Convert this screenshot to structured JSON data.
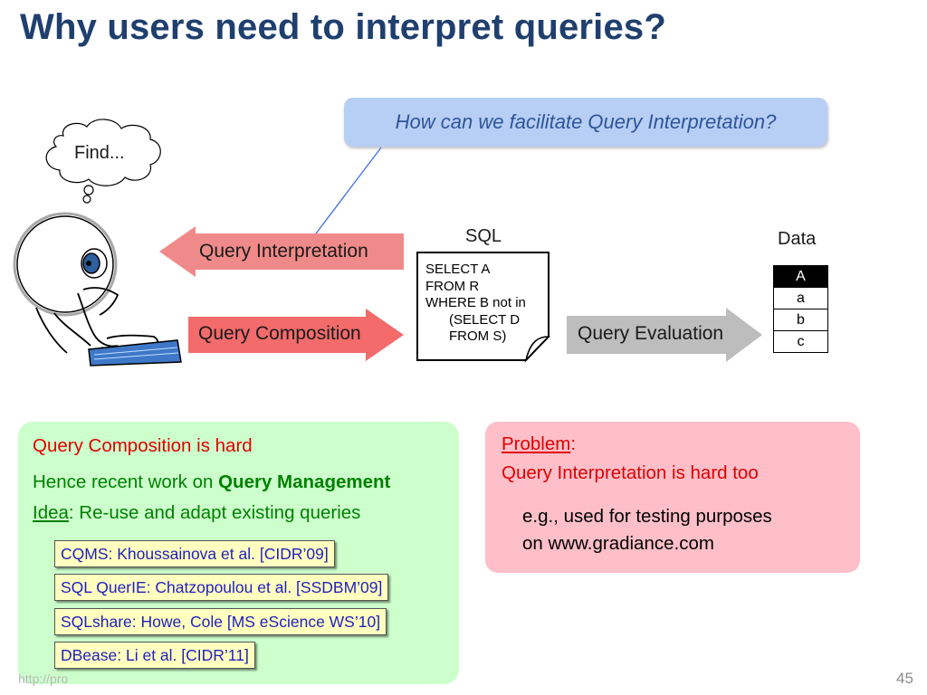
{
  "slide": {
    "title": "Why users need to interpret queries?",
    "page_number": "45",
    "footer_url": "http://pro"
  },
  "diagram": {
    "callout_question": "How can we facilitate Query Interpretation?",
    "thought_bubble_text": "Find...",
    "arrow_interpretation": "Query Interpretation",
    "arrow_composition": "Query Composition",
    "arrow_evaluation": "Query Evaluation",
    "sql_label": "SQL",
    "sql_lines": [
      "SELECT A",
      "FROM R",
      "WHERE B not in",
      "(SELECT D",
      "FROM S)"
    ],
    "data_label": "Data",
    "data_table": {
      "header": "A",
      "rows": [
        "a",
        "b",
        "c"
      ]
    },
    "colors": {
      "interpret_arrow": "#f08080",
      "compose_arrow": "#f36b6b",
      "eval_arrow": "#bfbfbf",
      "callout": "#b7cef5"
    }
  },
  "green_panel": {
    "line1": "Query Composition is hard",
    "line2_prefix": "Hence recent work on ",
    "line2_bold": "Query Management",
    "idea_label": "Idea",
    "idea_rest": ": Re-use and adapt existing queries",
    "references": [
      "CQMS: Khoussainova et al. [CIDR’09]",
      "SQL QuerIE: Chatzopoulou et al. [SSDBM’09]",
      "SQLshare: Howe, Cole [MS eScience WS’10]",
      "DBease: Li et al. [CIDR’11]"
    ]
  },
  "red_panel": {
    "problem_label": "Problem",
    "problem_colon": ":",
    "problem_line": "Query Interpretation is hard too",
    "example_line1": "e.g., used for testing purposes",
    "example_line2": "on www.gradiance.com"
  }
}
